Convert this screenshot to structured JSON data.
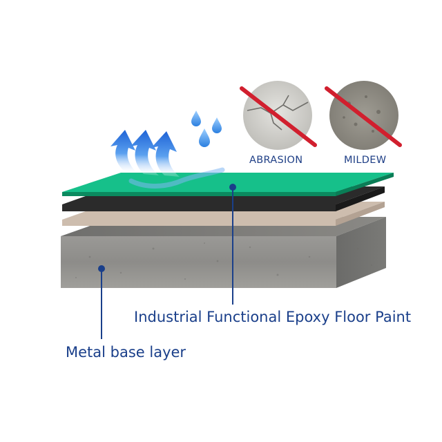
{
  "diagram": {
    "callouts": {
      "epoxy_label": "Industrial Functional Epoxy Floor Paint",
      "base_label": "Metal base layer"
    },
    "badges": [
      {
        "label": "ABRASION",
        "icon": "cracked-concrete-prohibited-icon"
      },
      {
        "label": "MILDEW",
        "icon": "mildew-prohibited-icon"
      }
    ],
    "colors": {
      "epoxy_top": "#16c08a",
      "epoxy_edge": "#0b8a5f",
      "black_layer": "#2b2b2b",
      "primer_layer": "#c9b8a8",
      "concrete": "#8d8d8b",
      "label_blue": "#1a3f8a",
      "arrow_blue": "#2f7be0",
      "prohibit_red": "#d11f2e"
    },
    "icons": {
      "arrows": "breathable-arrows-icon",
      "drops": "water-drops-icon"
    }
  }
}
